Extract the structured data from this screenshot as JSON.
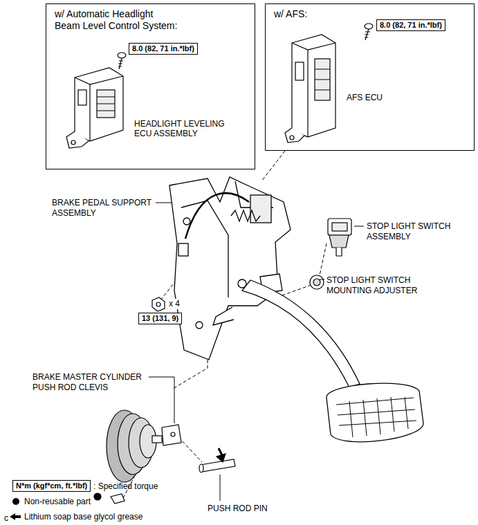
{
  "diagram": {
    "nodes": [
      {
        "text": [
          "w/ Automatic Headlight Beam Level Control System:",
          "HEADLIGHT LEVELING ECU ASSEMBLY"
        ]
      },
      {
        "text": [
          "8.0 (82, 71 in.*lbf)"
        ],
        "in": 0
      },
      {
        "text": [
          "w/ AFS:",
          "AFS ECU"
        ]
      },
      {
        "text": [
          "8.0 (82, 71 in.*lbf)"
        ],
        "in": 2
      },
      {
        "text": [
          "13 (131, 9)"
        ]
      },
      {
        "text": [
          "N*m (kgf*cm, ft.*lbf)"
        ]
      }
    ],
    "labels": [
      "BRAKE PEDAL SUPPORT ASSEMBLY",
      "STOP LIGHT SWITCH ASSEMBLY",
      "STOP LIGHT SWITCH MOUNTING ADJUSTER",
      "x 4",
      "BRAKE MASTER CYLINDER PUSH ROD CLEVIS",
      "PUSH ROD PIN",
      "c"
    ],
    "legend": [
      {
        "text": ": Specified torque"
      },
      {
        "text": "Non-reusable part"
      },
      {
        "text": "Lithium soap base glycol grease"
      }
    ]
  }
}
